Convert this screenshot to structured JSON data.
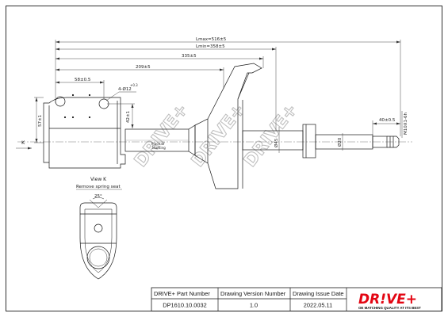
{
  "dimensions": {
    "lmax": "Lmax=516±5",
    "lmin": "Lmin=358±5",
    "len_335": "335±5",
    "len_209": "209±5",
    "len_58": "58±0.5",
    "hole_dia": "4-Ø12",
    "hole_tol": "+0.3",
    "height_57": "57±1",
    "height_42": "42±1",
    "dia_45": "Ø45",
    "dia_20": "Ø20",
    "thread_len": "40±0.5",
    "thread": "M10X1-6h",
    "view_mark": "K",
    "angle": "25°"
  },
  "labels": {
    "place_of_marking_1": "Place of",
    "place_of_marking_2": "Marking",
    "view_k": "View K",
    "remove_spring_seat": "Remove spring seat"
  },
  "watermark": "DRIVE+",
  "title_block": {
    "headers": [
      "DRIVE+ Part Number",
      "Drawing Version  Number",
      "Drawing Issue Date"
    ],
    "values": [
      "DP1610.10.0032",
      "1.0",
      "2022.05.11"
    ]
  },
  "logo": {
    "text": "DR!VE+",
    "tagline": "OE MATCHING QUALITY AT ITS BEST"
  },
  "colors": {
    "line": "#1a1a1a",
    "watermark": "#bfbfbf",
    "brand_red": "#e30613"
  }
}
